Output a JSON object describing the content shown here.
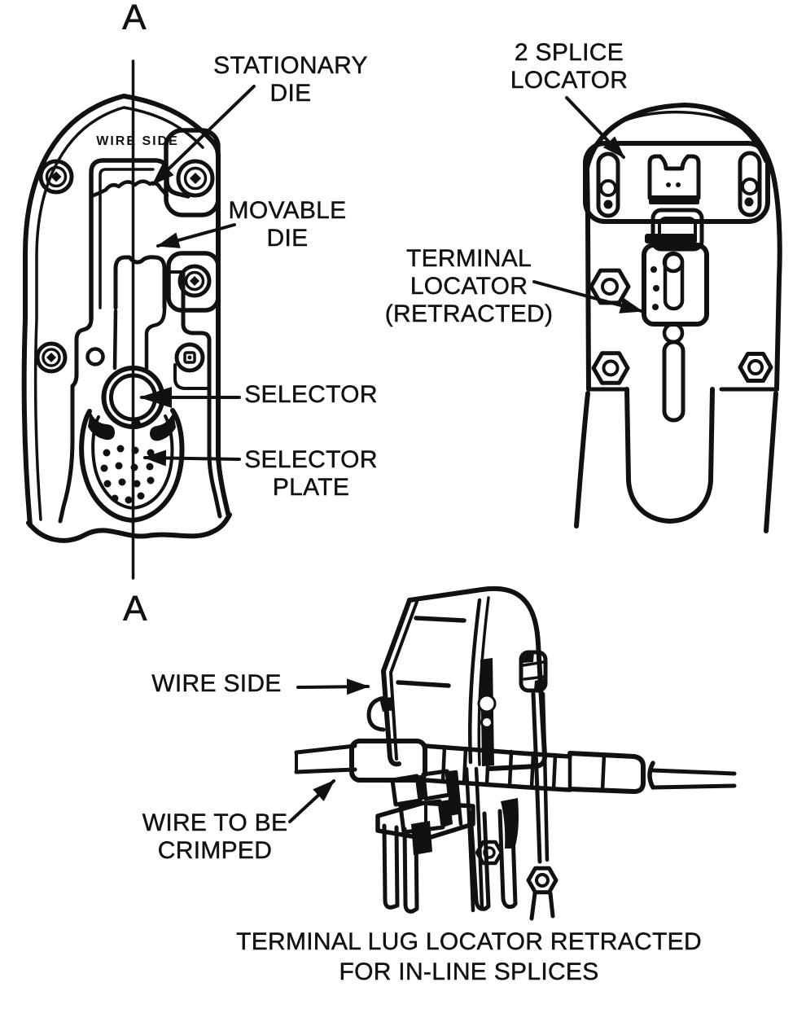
{
  "page": {
    "background": "#ffffff",
    "ink": "#111111"
  },
  "section_markers": {
    "top": "A",
    "bottom": "A"
  },
  "front_view": {
    "stamp": "WIRE SIDE",
    "callouts": {
      "stationary_die": {
        "lines": [
          "STATIONARY",
          "DIE"
        ]
      },
      "movable_die": {
        "lines": [
          "MOVABLE",
          "DIE"
        ]
      },
      "selector": {
        "lines": [
          "SELECTOR"
        ]
      },
      "selector_plate": {
        "lines": [
          "SELECTOR",
          "PLATE"
        ]
      }
    }
  },
  "rear_view": {
    "callouts": {
      "splice_locator": {
        "lines": [
          "2 SPLICE",
          "LOCATOR"
        ]
      },
      "terminal_locator": {
        "lines": [
          "TERMINAL",
          "LOCATOR",
          "(RETRACTED)"
        ]
      }
    }
  },
  "perspective_view": {
    "callouts": {
      "wire_side": {
        "lines": [
          "WIRE SIDE"
        ]
      },
      "wire_to_be_crimped": {
        "lines": [
          "WIRE TO BE",
          "CRIMPED"
        ]
      }
    },
    "caption": {
      "lines": [
        "TERMINAL LUG LOCATOR RETRACTED",
        "FOR IN-LINE SPLICES"
      ]
    }
  }
}
